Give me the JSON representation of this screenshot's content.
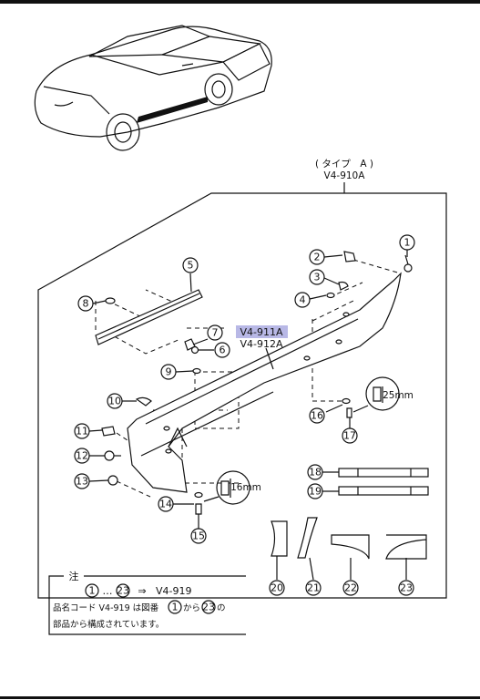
{
  "type_label": "( タイプ　A )",
  "group_code": "V4-910A",
  "highlight_codes": [
    "V4-911A",
    "V4-912A"
  ],
  "callouts": [
    "1",
    "2",
    "3",
    "4",
    "5",
    "6",
    "7",
    "8",
    "9",
    "10",
    "11",
    "12",
    "13",
    "14",
    "15",
    "16",
    "17",
    "18",
    "19",
    "20",
    "21",
    "22",
    "23"
  ],
  "dimensions": {
    "clip_a": "25mm",
    "clip_b": "16mm"
  },
  "note": {
    "heading": "注",
    "range_from": "1",
    "range_sep": "…",
    "range_to": "23",
    "arrow": "⇒",
    "target": "V4-919",
    "line2_pre": "品名コード V4-919 は図番",
    "line2_from": "1",
    "line2_mid": "から",
    "line2_to": "23",
    "line2_post": "の",
    "line3": "部品から構成されています。"
  },
  "colors": {
    "highlight": "#b8b8e6",
    "ink": "#111111"
  }
}
